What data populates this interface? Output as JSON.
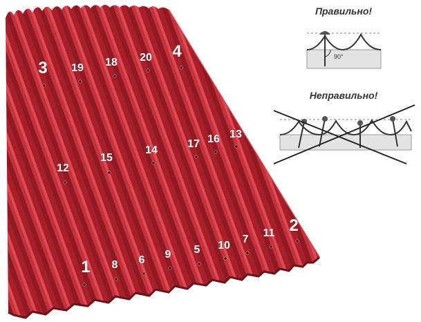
{
  "headings": {
    "correct": "Правильно!",
    "incorrect": "Неправильно!"
  },
  "angle_label": "90°",
  "fastening_points": [
    {
      "label": "1"
    },
    {
      "label": "2"
    },
    {
      "label": "3"
    },
    {
      "label": "4"
    },
    {
      "label": "5"
    },
    {
      "label": "6"
    },
    {
      "label": "7"
    },
    {
      "label": "8"
    },
    {
      "label": "9"
    },
    {
      "label": "10"
    },
    {
      "label": "11"
    },
    {
      "label": "12"
    },
    {
      "label": "13"
    },
    {
      "label": "14"
    },
    {
      "label": "15"
    },
    {
      "label": "16"
    },
    {
      "label": "17"
    },
    {
      "label": "18"
    },
    {
      "label": "19"
    },
    {
      "label": "20"
    }
  ],
  "colors": {
    "sheet": "#b3202c",
    "sheet_dark": "#7d1620",
    "sheet_light": "#d9424b",
    "screw_head": "#5a5a5a",
    "cross": "#222222"
  }
}
